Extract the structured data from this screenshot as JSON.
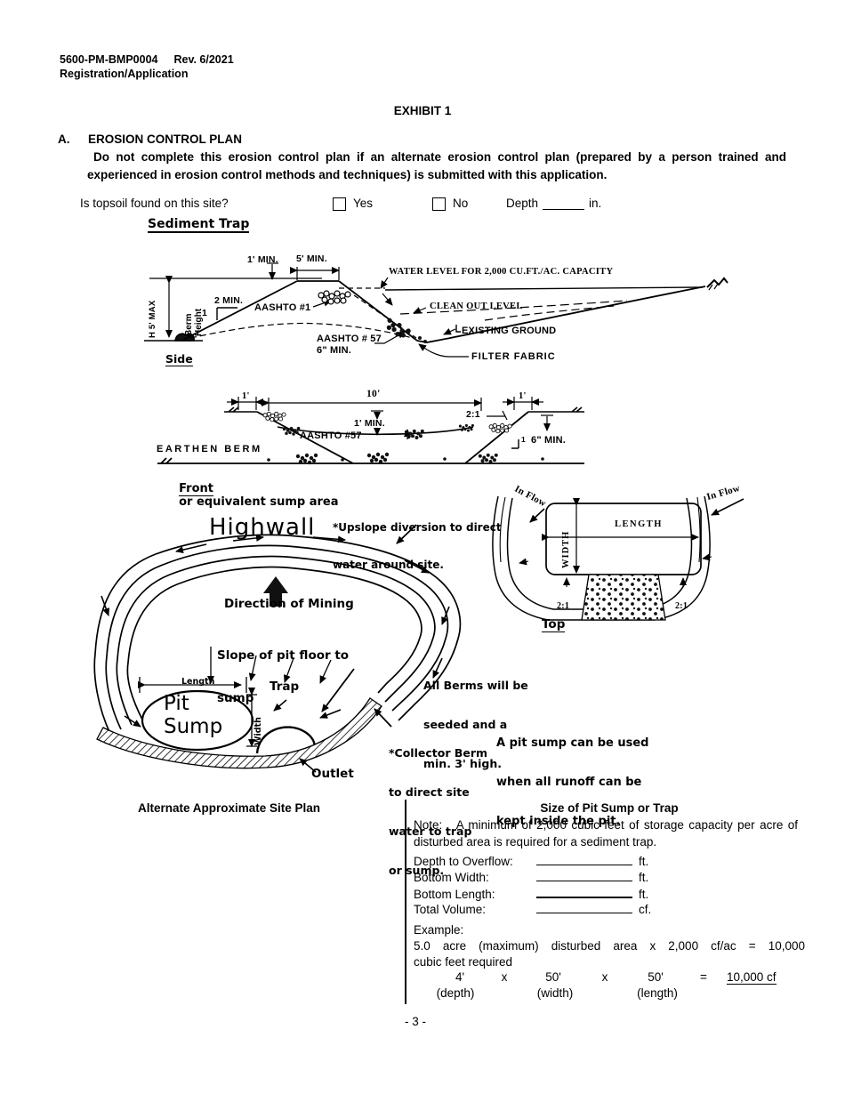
{
  "colors": {
    "ink": "#000000",
    "paper": "#ffffff"
  },
  "header": {
    "form_number": "5600-PM-BMP0004",
    "revision": "Rev. 6/2021",
    "subtitle": "Registration/Application"
  },
  "exhibit_title": "EXHIBIT 1",
  "section_a": {
    "letter": "A.",
    "title": "EROSION CONTROL PLAN",
    "instruction": "Do not complete this erosion control plan if an alternate erosion control plan (prepared by a person trained and experienced in erosion control methods and techniques) is submitted with this application."
  },
  "topsoil": {
    "question": "Is topsoil found on this site?",
    "yes_label": "Yes",
    "no_label": "No",
    "depth_label": "Depth",
    "depth_unit": "in."
  },
  "diagram": {
    "heading": "Sediment Trap",
    "side": {
      "caption": "Side",
      "dim_freeboard": "1' MIN.",
      "dim_top_width": "5' MIN.",
      "water_level": "WATER LEVEL FOR 2,000 CU.FT./AC. CAPACITY",
      "clean_out": "CLEAN OUT LEVEL",
      "existing_ground": "EXISTING GROUND",
      "filter_fabric": "FILTER FABRIC",
      "slope_run": "2 MIN.",
      "slope_rise": "1",
      "aashto_1": "AASHTO #1",
      "aashto_57": "AASHTO # 57",
      "aashto_57_depth": "6\" MIN.",
      "berm_height": "Berm Height",
      "max_height": "H 5' MAX"
    },
    "front": {
      "caption": "Front",
      "caption_suffix": "or equivalent sump area",
      "dim_top": "10'",
      "dim_left": "1'",
      "dim_right": "1'",
      "dim_depth": "1' MIN.",
      "aashto_57": "AASHTO #57",
      "slope": "2:1",
      "slope_rise": "1",
      "stone_depth": "6\" MIN.",
      "earthen_berm": "EARTHEN BERM"
    },
    "plan": {
      "highwall": "Highwall",
      "upslope_note": [
        "*Upslope diversion to direct",
        "water around site."
      ],
      "direction": "Direction of Mining",
      "slope_note": [
        "Slope of pit floor to",
        "sump"
      ],
      "length_label": "Length",
      "pit_sump": [
        "Pit",
        "Sump"
      ],
      "width_label": "Width",
      "trap": "Trap",
      "outlet": "Outlet",
      "collector_note": [
        "*Collector Berm",
        "to direct site",
        "water to trap",
        "or sump."
      ],
      "berms_note": [
        "All Berms will be",
        "seeded and a",
        "min. 3' high."
      ],
      "pit_note": [
        "A pit sump can be used",
        "when all runoff can be",
        "kept inside the pit."
      ]
    },
    "top": {
      "caption": "Top",
      "inflow_left": "In Flow",
      "inflow_right": "In Flow",
      "length": "LENGTH",
      "width": "WIDTH",
      "slope_left": "2:1",
      "slope_right": "2:1"
    }
  },
  "bottom": {
    "left_caption": "Alternate Approximate Site Plan",
    "title": "Size of Pit Sump or Trap",
    "note": "Note:   A minimum of 2,000 cubic feet of storage capacity per acre of disturbed area is required for a sediment trap.",
    "fields": [
      {
        "label": "Depth to Overflow:",
        "unit": "ft."
      },
      {
        "label": "Bottom Width:",
        "unit": "ft."
      },
      {
        "label": "Bottom Length:",
        "unit": "ft."
      },
      {
        "label": "Total Volume:",
        "unit": "cf."
      }
    ],
    "example": {
      "label": "Example:",
      "line1": "5.0 acre (maximum) disturbed area x 2,000 cf/ac = 10,000",
      "line2": "cubic feet required",
      "depth": "4'",
      "times1": "x",
      "width": "50'",
      "times2": "x",
      "length": "50'",
      "equals": "=",
      "result": "10,000 cf",
      "depth_caption": "(depth)",
      "width_caption": "(width)",
      "length_caption": "(length)"
    }
  },
  "footer": {
    "page_number": "- 3 -"
  }
}
